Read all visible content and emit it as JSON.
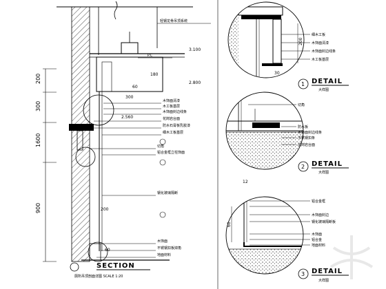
{
  "section": {
    "title": "SECTION",
    "subtitle": "厕所吊顶剖面详图  SCALE 1:20",
    "dims_vertical": [
      "200",
      "300",
      "1600",
      "900"
    ],
    "dims_small": [
      "180",
      "60",
      "300",
      "200",
      "60"
    ],
    "levels": [
      "3.100",
      "2.800",
      "2.560"
    ],
    "labels": [
      "轻钢龙骨吊顶系统",
      "P.C",
      "木饰面清漆",
      "木工板基层",
      "木饰面封边线条",
      "花岗岩台面",
      "防水石膏板乳胶漆",
      "细木工板基层",
      "切角",
      "铝合金框立柱饰面",
      "钢化玻璃隔断",
      "木饰面",
      "不锈钢扣板掉角",
      "地面材料"
    ]
  },
  "details": [
    {
      "number": "1",
      "title": "DETAIL",
      "subtitle": "大样图",
      "dims": [
        "200",
        "30"
      ],
      "labels": [
        "细木工板",
        "木饰面清漆",
        "木饰面封边线条",
        "木工板基层"
      ]
    },
    {
      "number": "2",
      "title": "DETAIL",
      "subtitle": "大样图",
      "dims": [],
      "labels": [
        "切角",
        "防水板",
        "木饰面封边线条",
        "不锈钢扣条",
        "花岗岩台面"
      ]
    },
    {
      "number": "3",
      "title": "DETAIL",
      "subtitle": "大样图",
      "dims": [
        "12",
        "60"
      ],
      "labels": [
        "铝合金框",
        "木饰面封边",
        "钢化玻璃隔断板",
        "木饰面",
        "铝合金",
        "地面材料"
      ]
    }
  ],
  "colors": {
    "line": "#000000",
    "watermark": "#9a9a9a"
  }
}
